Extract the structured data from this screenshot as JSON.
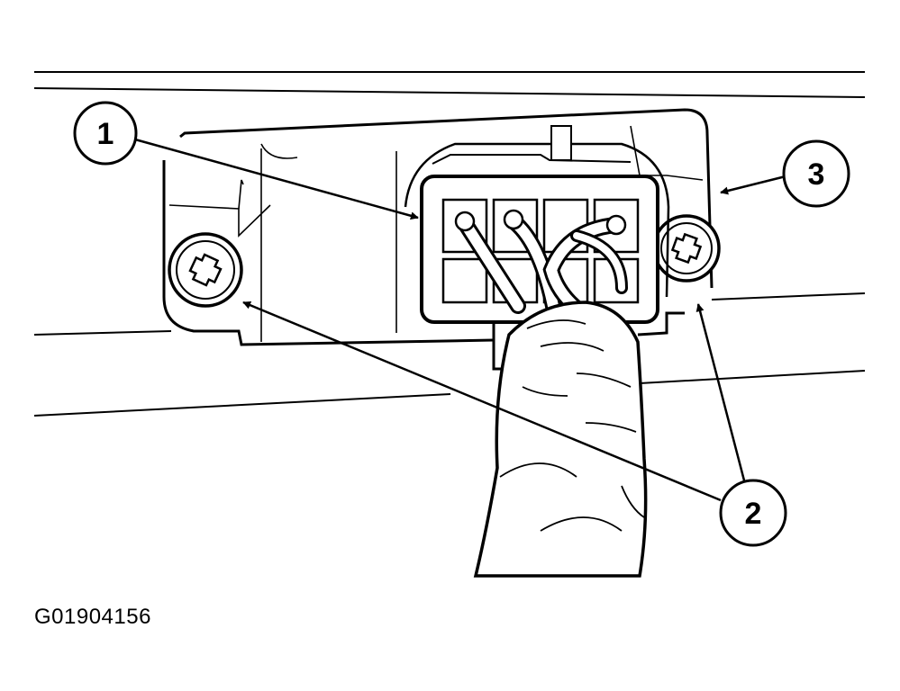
{
  "diagram": {
    "figure_id": "G01904156",
    "callouts": [
      {
        "number": "1"
      },
      {
        "number": "2"
      },
      {
        "number": "3"
      }
    ],
    "colors": {
      "ink": "#000000",
      "paper": "#ffffff"
    }
  }
}
